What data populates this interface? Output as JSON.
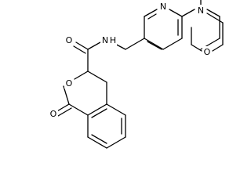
{
  "molecule": {
    "atoms": {
      "o_carbonyl": "O",
      "o_ring": "O",
      "o_amide": "O",
      "n_amide": "N",
      "h_amide": "H",
      "n_pyridine": "N",
      "n_morpholine": "N",
      "o_morpholine": "O"
    }
  }
}
